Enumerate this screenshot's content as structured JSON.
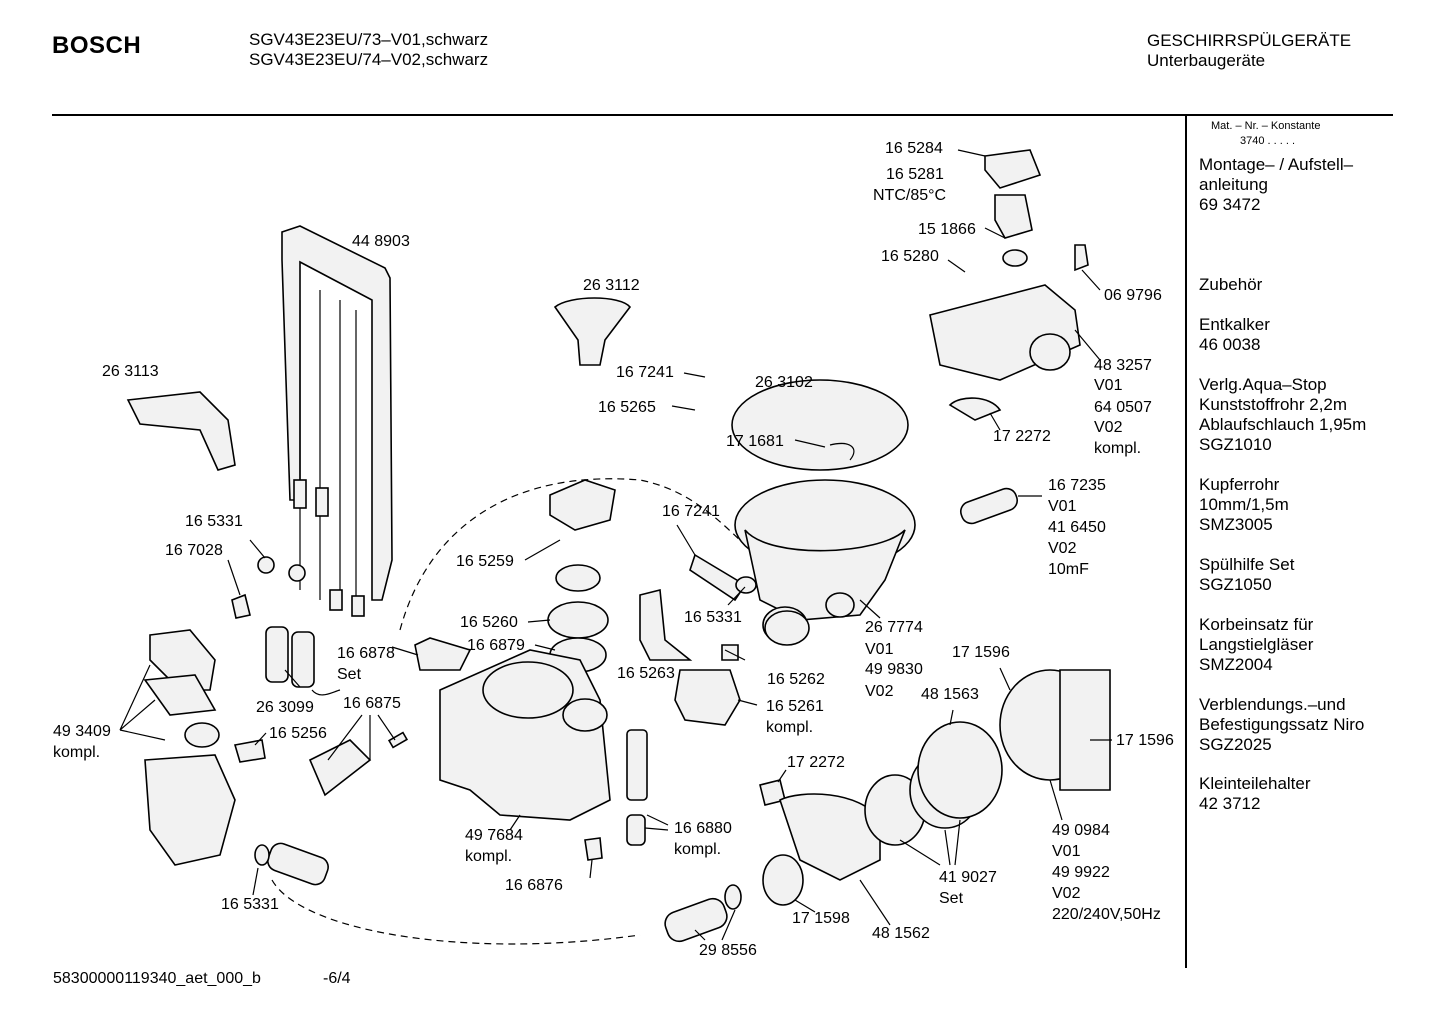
{
  "header": {
    "brand": "BOSCH",
    "model_line1": "SGV43E23EU/73–V01,schwarz",
    "model_line2": "SGV43E23EU/74–V02,schwarz",
    "category_line1": "GESCHIRRSPÜLGERÄTE",
    "category_line2": "Unterbaugeräte"
  },
  "sidebar": {
    "mat_label": "Mat. – Nr. – Konstante",
    "mat_value": "3740  .   .   .   .   .",
    "items": [
      {
        "lines": [
          "Montage– / Aufstell–",
          "anleitung",
          "69 3472"
        ]
      },
      {
        "lines": [
          "Zubehör"
        ]
      },
      {
        "lines": [
          "Entkalker",
          "46 0038"
        ]
      },
      {
        "lines": [
          "Verlg.Aqua–Stop",
          "Kunststoffrohr 2,2m",
          "Ablaufschlauch 1,95m",
          "SGZ1010"
        ]
      },
      {
        "lines": [
          "Kupferrohr",
          "10mm/1,5m",
          "SMZ3005"
        ]
      },
      {
        "lines": [
          "Spülhilfe Set",
          "SGZ1050"
        ]
      },
      {
        "lines": [
          "Korbeinsatz für",
          "Langstielgläser",
          "SMZ2004"
        ]
      },
      {
        "lines": [
          "Verblendungs.–und",
          "Befestigungssatz Niro",
          "SGZ2025"
        ]
      },
      {
        "lines": [
          "Kleinteilehalter",
          "42 3712"
        ]
      }
    ]
  },
  "labels": [
    {
      "id": "p448903",
      "text": "44 8903"
    },
    {
      "id": "p263112",
      "text": "26 3112"
    },
    {
      "id": "p263113",
      "text": "26 3113"
    },
    {
      "id": "p165284",
      "text": "16 5284"
    },
    {
      "id": "p165281",
      "text": "16 5281"
    },
    {
      "id": "ntc",
      "text": "NTC/85°C"
    },
    {
      "id": "p151866",
      "text": "15 1866"
    },
    {
      "id": "p165280",
      "text": "16 5280"
    },
    {
      "id": "p069796",
      "text": "06 9796"
    },
    {
      "id": "p483257",
      "text": "48 3257"
    },
    {
      "id": "v01a",
      "text": "V01"
    },
    {
      "id": "p640507",
      "text": "64 0507"
    },
    {
      "id": "v02a",
      "text": "V02"
    },
    {
      "id": "kompla",
      "text": "kompl."
    },
    {
      "id": "p167241a",
      "text": "16 7241"
    },
    {
      "id": "p263102",
      "text": "26 3102"
    },
    {
      "id": "p165265",
      "text": "16 5265"
    },
    {
      "id": "p171681",
      "text": "17 1681"
    },
    {
      "id": "p172272a",
      "text": "17 2272"
    },
    {
      "id": "p167235",
      "text": "16 7235"
    },
    {
      "id": "v01b",
      "text": "V01"
    },
    {
      "id": "p416450",
      "text": "41 6450"
    },
    {
      "id": "v02b",
      "text": "V02"
    },
    {
      "id": "cap",
      "text": "10mF"
    },
    {
      "id": "p165331a",
      "text": "16 5331"
    },
    {
      "id": "p167028",
      "text": "16 7028"
    },
    {
      "id": "p167241b",
      "text": "16 7241"
    },
    {
      "id": "p165259",
      "text": "16 5259"
    },
    {
      "id": "p165331b",
      "text": "16 5331"
    },
    {
      "id": "p165260",
      "text": "16 5260"
    },
    {
      "id": "p166879",
      "text": "16 6879"
    },
    {
      "id": "p166878",
      "text": "16 6878"
    },
    {
      "id": "set1",
      "text": "Set"
    },
    {
      "id": "p165263",
      "text": "16 5263"
    },
    {
      "id": "p165262",
      "text": "16 5262"
    },
    {
      "id": "p267774",
      "text": "26 7774"
    },
    {
      "id": "v01c",
      "text": "V01"
    },
    {
      "id": "p499830",
      "text": "49 9830"
    },
    {
      "id": "v02c",
      "text": "V02"
    },
    {
      "id": "p171596a",
      "text": "17 1596"
    },
    {
      "id": "p481563",
      "text": "48 1563"
    },
    {
      "id": "p171596b",
      "text": "17 1596"
    },
    {
      "id": "p263099",
      "text": "26 3099"
    },
    {
      "id": "p166875",
      "text": "16 6875"
    },
    {
      "id": "p165261",
      "text": "16 5261"
    },
    {
      "id": "komplb",
      "text": "kompl."
    },
    {
      "id": "p493409",
      "text": "49 3409"
    },
    {
      "id": "komplc",
      "text": "kompl."
    },
    {
      "id": "p165256",
      "text": "16 5256"
    },
    {
      "id": "p172272b",
      "text": "17 2272"
    },
    {
      "id": "p497684",
      "text": "49 7684"
    },
    {
      "id": "compld",
      "text": "kompl."
    },
    {
      "id": "p166880",
      "text": "16 6880"
    },
    {
      "id": "komple",
      "text": "kompl."
    },
    {
      "id": "p490984",
      "text": "49 0984"
    },
    {
      "id": "v01d",
      "text": "V01"
    },
    {
      "id": "p499922",
      "text": "49 9922"
    },
    {
      "id": "v02d",
      "text": "V02"
    },
    {
      "id": "volt",
      "text": "220/240V,50Hz"
    },
    {
      "id": "p419027",
      "text": "41 9027"
    },
    {
      "id": "set2",
      "text": "Set"
    },
    {
      "id": "p166876",
      "text": "16 6876"
    },
    {
      "id": "p165331c",
      "text": "16 5331"
    },
    {
      "id": "p171598",
      "text": "17 1598"
    },
    {
      "id": "p481562",
      "text": "48 1562"
    },
    {
      "id": "p298556",
      "text": "29 8556"
    }
  ],
  "footer": {
    "doc_id": "58300000119340_aet_000_b",
    "page": "-6/4"
  }
}
